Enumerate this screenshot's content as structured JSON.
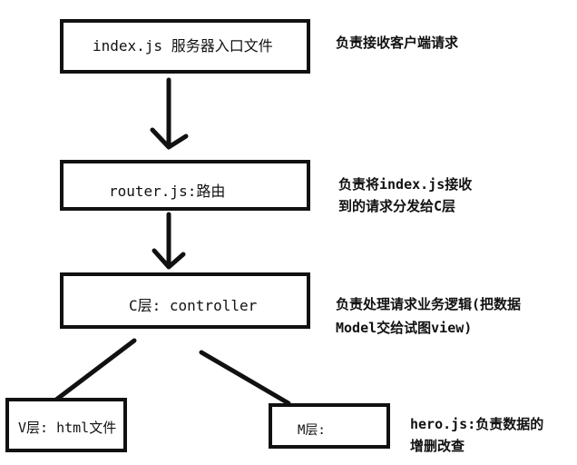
{
  "nodes": {
    "index": {
      "label": "index.js 服务器入口文件"
    },
    "router": {
      "label": "router.js:路由"
    },
    "controller": {
      "label": "C层: controller"
    },
    "view": {
      "label": "V层: html文件"
    },
    "model": {
      "label": "M层:"
    }
  },
  "notes": {
    "index": "负责接收客户端请求",
    "router_line1": "负责将index.js接收",
    "router_line2": "到的请求分发给C层",
    "controller_line1": "负责处理请求业务逻辑(把数据",
    "controller_line2": "Model交给试图view)",
    "model_line1": "hero.js:负责数据的",
    "model_line2": "增删改查"
  }
}
